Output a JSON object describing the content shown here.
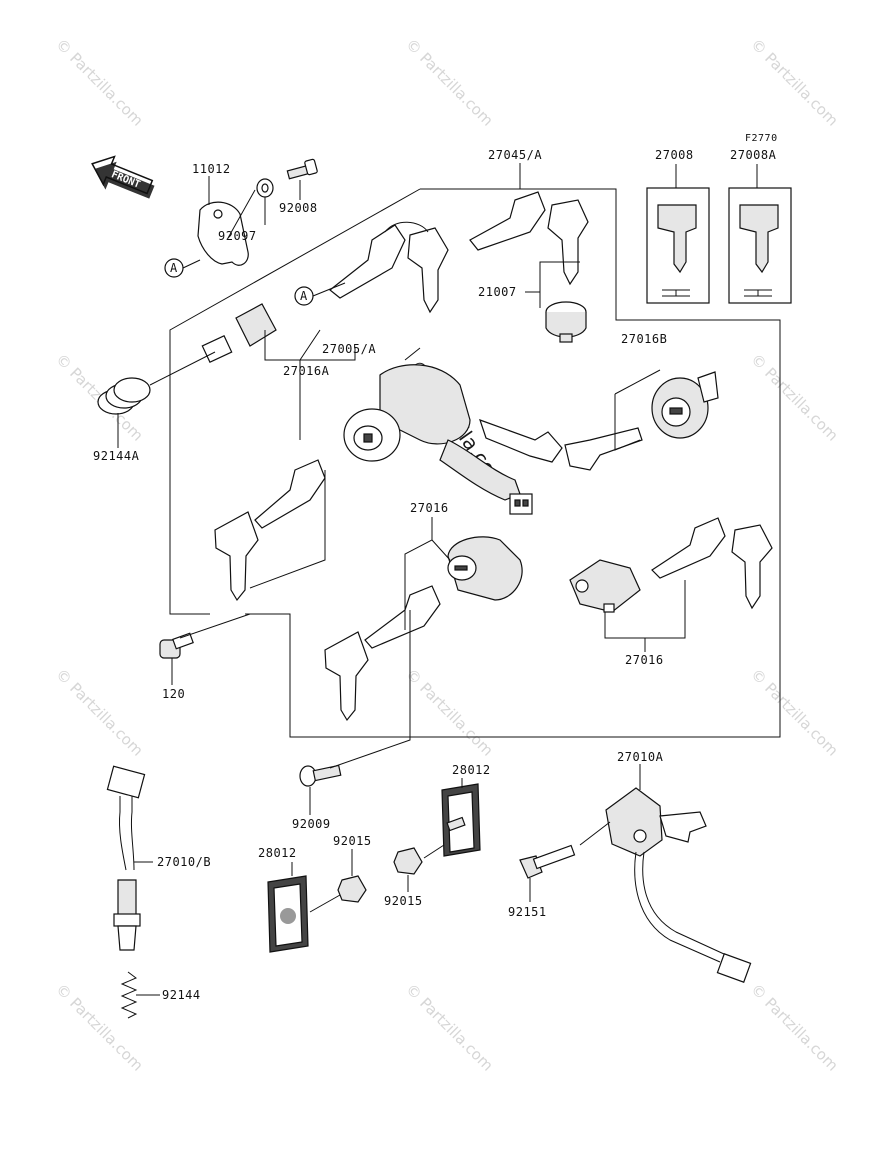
{
  "diagram": {
    "figure_code": "F2770",
    "front_label": "FRONT",
    "watermark": "© Partzilla.com",
    "callouts": [
      {
        "id": "c-11012",
        "text": "11012"
      },
      {
        "id": "c-92097",
        "text": "92097"
      },
      {
        "id": "c-92008",
        "text": "92008"
      },
      {
        "id": "c-27045A",
        "text": "27045/A"
      },
      {
        "id": "c-27008",
        "text": "27008"
      },
      {
        "id": "c-27008A",
        "text": "27008A"
      },
      {
        "id": "c-21007",
        "text": "21007"
      },
      {
        "id": "c-27005A",
        "text": "27005/A"
      },
      {
        "id": "c-27016A",
        "text": "27016A"
      },
      {
        "id": "c-27016B",
        "text": "27016B"
      },
      {
        "id": "c-92144A",
        "text": "92144A"
      },
      {
        "id": "c-27016-top",
        "text": "27016"
      },
      {
        "id": "c-27016-right",
        "text": "27016"
      },
      {
        "id": "c-120",
        "text": "120"
      },
      {
        "id": "c-92009",
        "text": "92009"
      },
      {
        "id": "c-28012-a",
        "text": "28012"
      },
      {
        "id": "c-27010A",
        "text": "27010A"
      },
      {
        "id": "c-27010B",
        "text": "27010/B"
      },
      {
        "id": "c-28012-b",
        "text": "28012"
      },
      {
        "id": "c-92015-a",
        "text": "92015"
      },
      {
        "id": "c-92015-b",
        "text": "92015"
      },
      {
        "id": "c-92151",
        "text": "92151"
      },
      {
        "id": "c-92144",
        "text": "92144"
      }
    ],
    "ref_marks": [
      "A",
      "A"
    ]
  }
}
